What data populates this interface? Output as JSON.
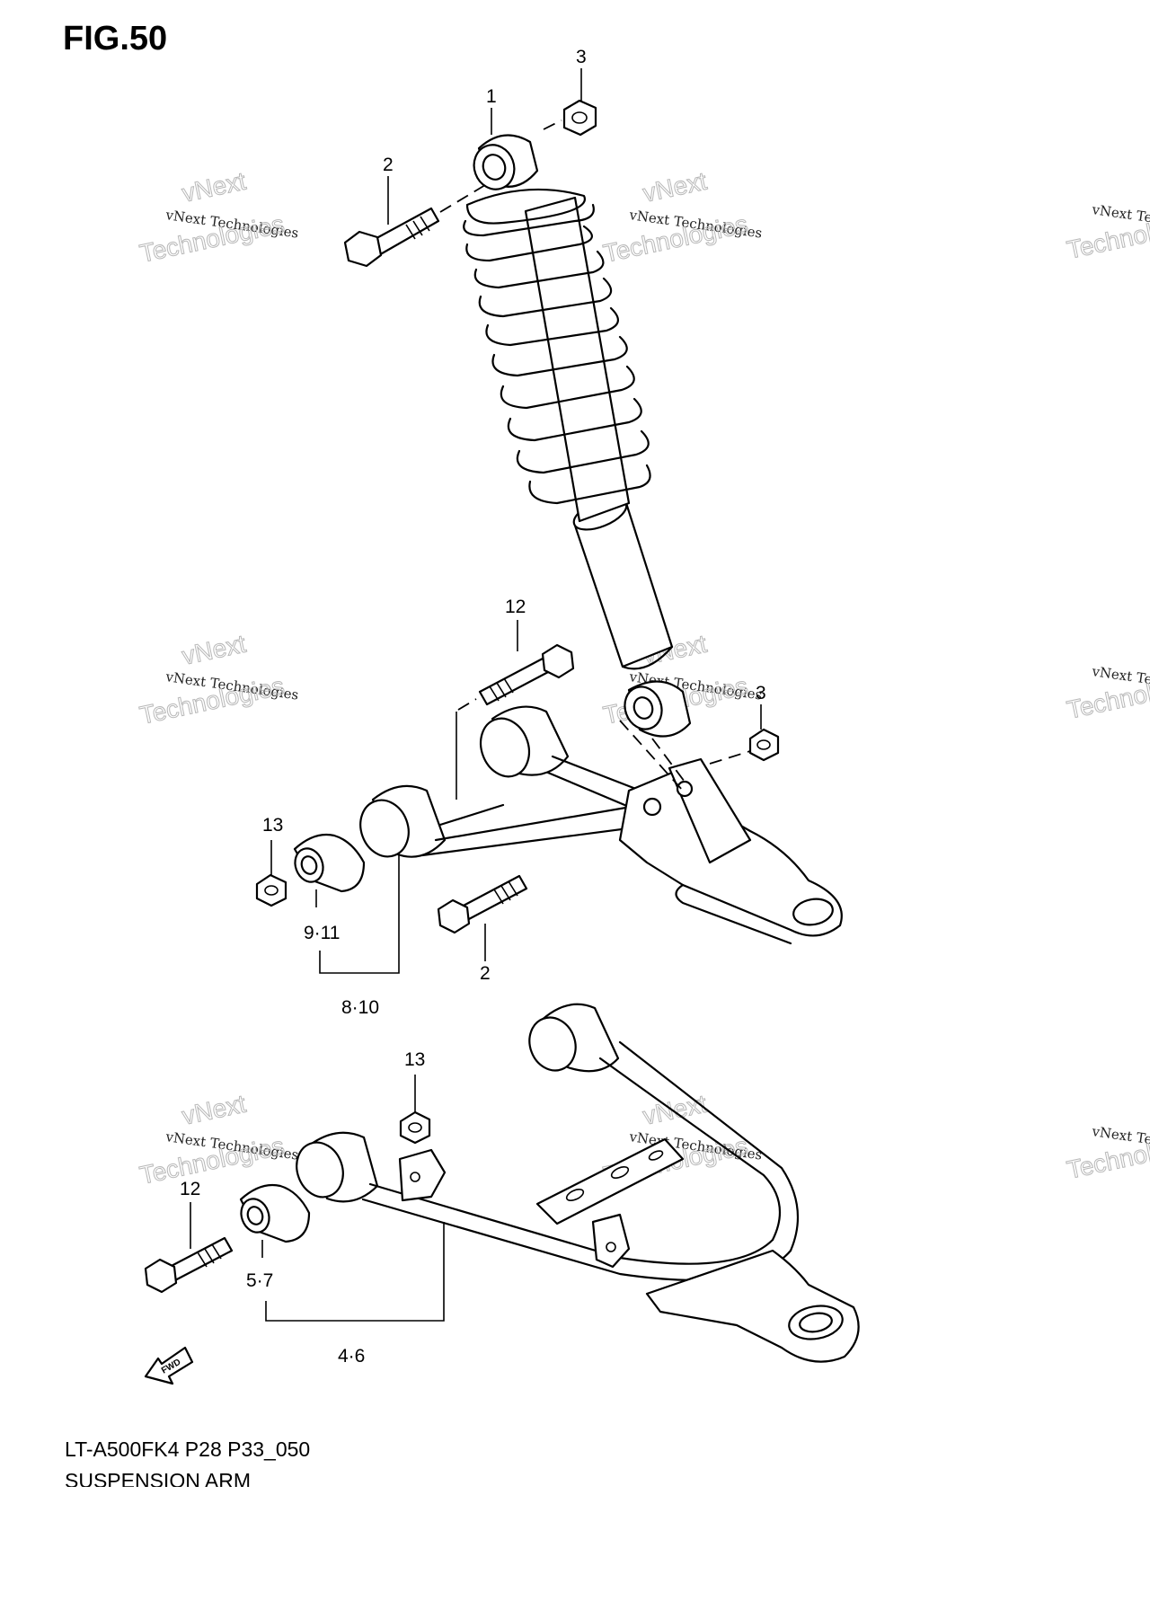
{
  "figure": {
    "title": "FIG.50",
    "code": "LT-A500FK4 P28 P33_050",
    "name": "SUSPENSION ARM"
  },
  "direction_badge": "FWD",
  "callouts": {
    "c1": "1",
    "c2_top": "2",
    "c3_top": "3",
    "c12_mid": "12",
    "c3_mid": "3",
    "c13_mid": "13",
    "c9_11": "9·11",
    "c2_mid": "2",
    "c8_10": "8·10",
    "c13_low": "13",
    "c12_low": "12",
    "c5_7": "5·7",
    "c4_6": "4·6"
  },
  "watermark": {
    "line1": "vNext",
    "line2": "vNext Technologies",
    "line3": "Technologies"
  }
}
